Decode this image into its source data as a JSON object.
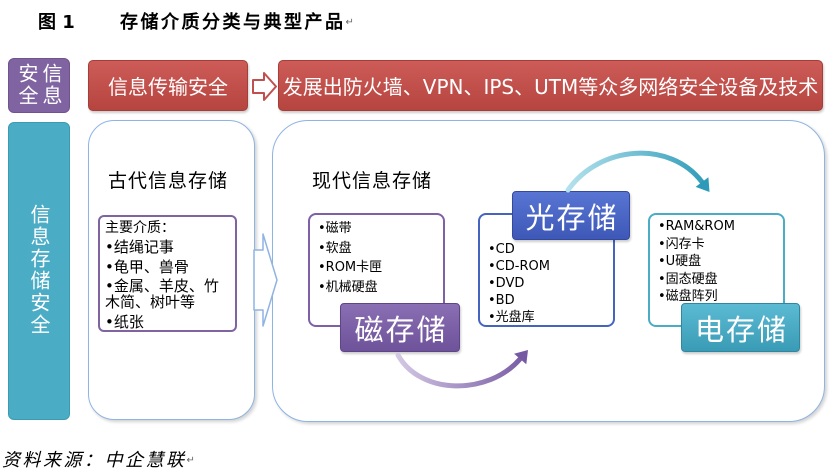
{
  "figure": {
    "number": "图 1",
    "title": "存储介质分类与典型产品",
    "return_mark": "↵"
  },
  "security": {
    "label": "信息安全",
    "transmission": {
      "label": "信息传输安全",
      "description": "发展出防火墙、VPN、IPS、UTM等众多网络安全设备及技术"
    }
  },
  "storage": {
    "label": "信息存储安全",
    "ancient": {
      "title": "古代信息存储",
      "heading": "主要介质：",
      "items": [
        "结绳记事",
        "龟甲、兽骨",
        "金属、羊皮、竹木简、树叶等",
        "纸张"
      ]
    },
    "modern": {
      "title": "现代信息存储",
      "magnetic": {
        "label": "磁存储",
        "items": [
          "磁带",
          "软盘",
          "ROM卡匣",
          "机械硬盘"
        ]
      },
      "optical": {
        "label": "光存储",
        "items": [
          "CD",
          "CD-ROM",
          "DVD",
          "BD",
          "光盘库"
        ]
      },
      "electric": {
        "label": "电存储",
        "items": [
          "RAM&ROM",
          "闪存卡",
          "U硬盘",
          "固态硬盘",
          "磁盘阵列"
        ]
      }
    }
  },
  "source": {
    "text": "资料来源：中企慧联",
    "return_mark": "↵"
  },
  "colors": {
    "purple": "#8064A2",
    "red": "#C0504D",
    "teal": "#4BACC6",
    "blue": "#4564C2",
    "outline": "#8EB4E3"
  }
}
